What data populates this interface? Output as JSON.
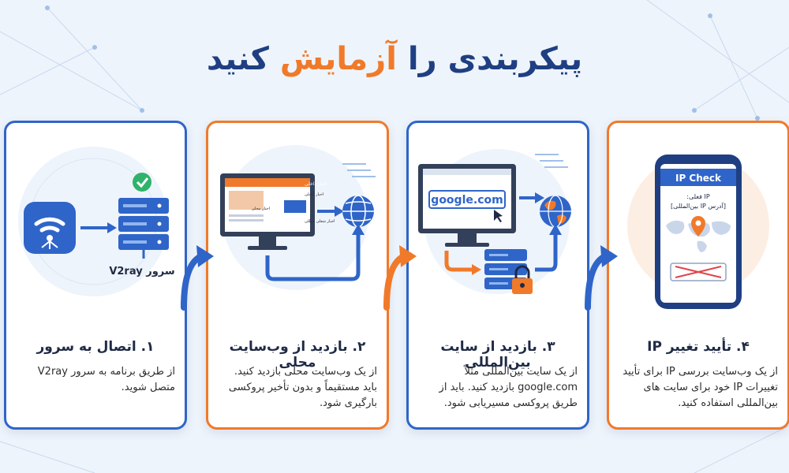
{
  "title": {
    "part_before": "پیکربندی را",
    "accent": "آزمایش",
    "part_after": "کنید"
  },
  "colors": {
    "primary_blue": "#2f65c8",
    "dark_blue": "#1f3f82",
    "accent_orange": "#f07a2a",
    "check_green": "#2fb36b",
    "alert_red": "#e0454b"
  },
  "steps": [
    {
      "title": "۱. اتصال به سرور",
      "description": "از طریق برنامه به سرور V2ray متصل شوید.",
      "server_label": "سرور V2ray",
      "icons": [
        "wifi-app-icon",
        "server-icon",
        "checkmark-icon"
      ]
    },
    {
      "title": "۲. بازدید از وب‌سایت محلی",
      "description": "از یک وب‌سایت محلی بازدید کنید. باید مستقیماً و بدون تأخیر پروکسی بارگیری شود.",
      "screen_header": "اخبار داخلی",
      "screen_item_1": "اخبار داخلی",
      "screen_item_2": "اخبار محلی",
      "screen_item_3": "اخبار شغلی عطلی",
      "icons": [
        "monitor-icon",
        "globe-icon"
      ]
    },
    {
      "title": "۳. بازدید از سایت بین‌المللی",
      "description": "از یک سایت بین‌المللی مثلاً google.com بازدید کنید. باید از طریق پروکسی مسیریابی شود.",
      "browser_text": "google.com",
      "icons": [
        "monitor-icon",
        "globe-icon",
        "server-icon",
        "lock-icon"
      ]
    },
    {
      "title": "۴. تأیید تغییر IP",
      "description": "از یک وب‌سایت بررسی IP برای تأیید تغییرات IP خود برای سایت های بین‌المللی استفاده کنید.",
      "phone_header": "IP Check",
      "phone_line_1": "IP فعلی:",
      "phone_line_2": "[آدرس IP بین‌المللی]",
      "icons": [
        "phone-icon",
        "map-pin-icon"
      ]
    }
  ]
}
